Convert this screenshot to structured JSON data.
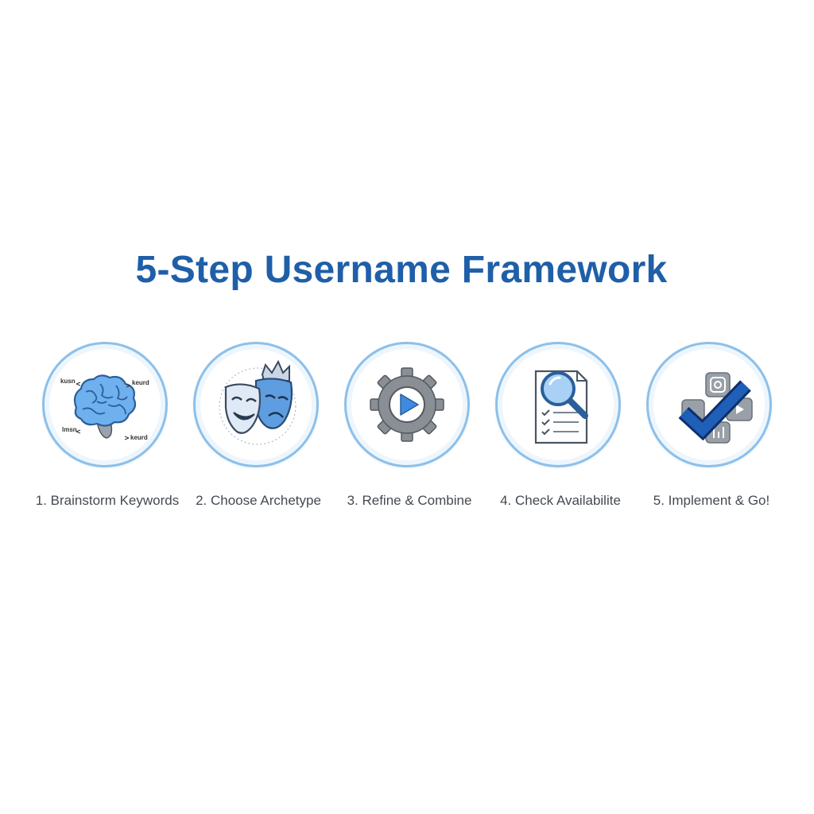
{
  "title": "5-Step Username Framework",
  "colors": {
    "title": "#1f5fa8",
    "ring": "#8cc0ea",
    "accent_blue": "#4d95dc",
    "gear_gray": "#8a8f96",
    "label": "#444a52"
  },
  "steps": [
    {
      "label": "1. Brainstorm Keywords",
      "icon": "brain-icon",
      "tags": [
        "kusn",
        "keurd",
        "lmsn",
        "keurd"
      ]
    },
    {
      "label": "2. Choose Archetype",
      "icon": "theater-masks-icon"
    },
    {
      "label": "3. Refine & Combine",
      "icon": "gear-play-icon"
    },
    {
      "label": "4. Check Availabilite",
      "icon": "checklist-magnifier-icon"
    },
    {
      "label": "5. Implement & Go!",
      "icon": "social-checkmark-icon"
    }
  ]
}
